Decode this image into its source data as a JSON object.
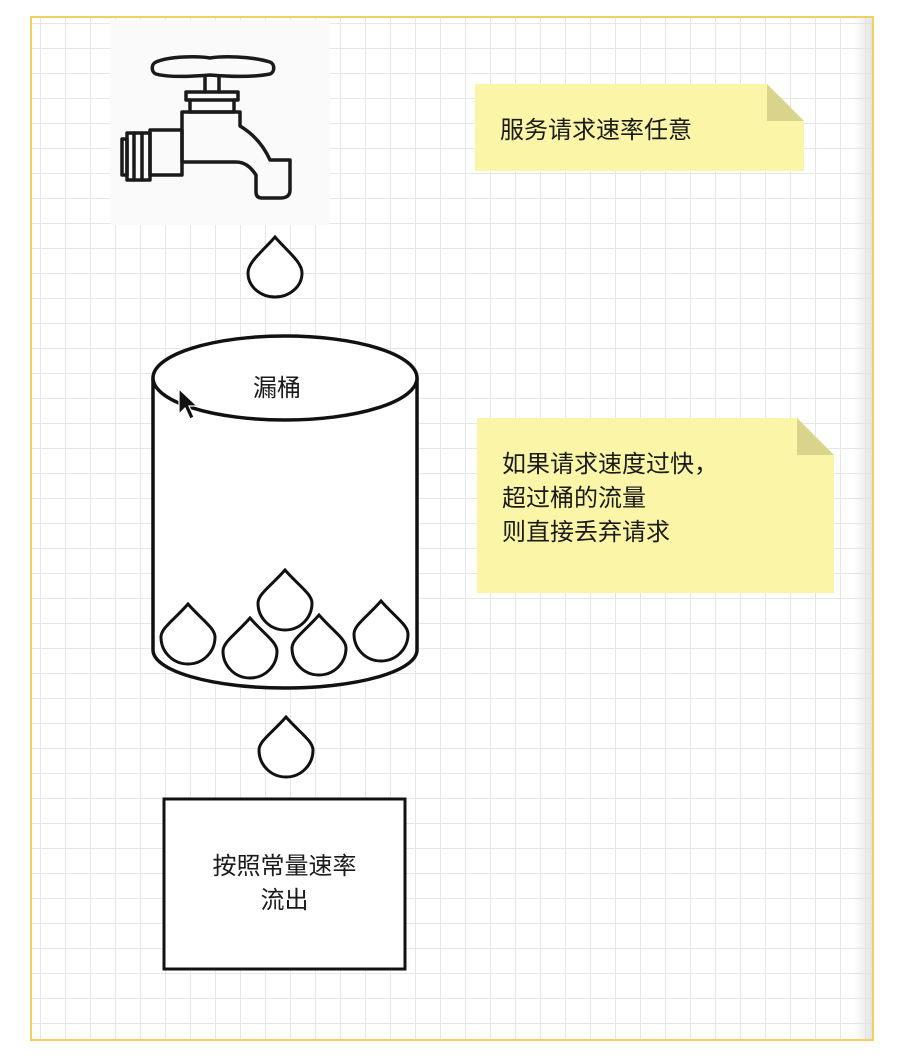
{
  "notes": {
    "top": "服务请求速率任意",
    "middle_lines": [
      "如果请求速度过快，",
      "超过桶的流量",
      "则直接丢弃请求"
    ]
  },
  "bucket": {
    "label": "漏桶"
  },
  "output_box": {
    "lines": [
      "按照常量速率",
      "流出"
    ]
  },
  "colors": {
    "note_fill": "#fbf5a8",
    "note_fold": "#d9d48c",
    "stroke": "#111111",
    "border": "#f0d060",
    "grid": "#e6e6e6"
  },
  "icons": [
    "faucet-icon",
    "water-drop-icon",
    "cursor-arrow-icon"
  ]
}
